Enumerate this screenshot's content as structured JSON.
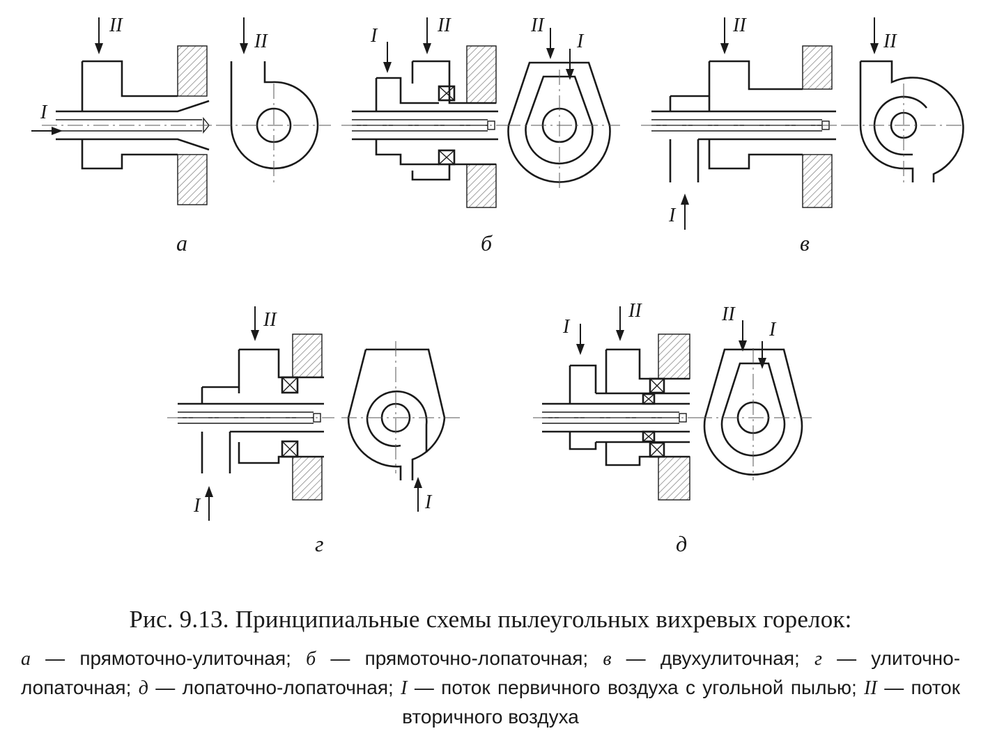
{
  "figure": {
    "caption_title": "Рис. 9.13. Принципиальные схемы пылеугольных вихревых горелок:",
    "legend": [
      {
        "key": "а",
        "text": "прямоточно-улиточная;"
      },
      {
        "key": "б",
        "text": "прямоточно-лопаточная;"
      },
      {
        "key": "в",
        "text": "двухулиточная;"
      },
      {
        "key": "г",
        "text": "улиточно-лопаточная;"
      },
      {
        "key": "д",
        "text": "лопаточно-лопаточная;"
      },
      {
        "key": "I",
        "text": "поток первичного воздуха с угольной пылью;"
      },
      {
        "key": "II",
        "text": "поток вторичного воздуха"
      }
    ],
    "dash": "—"
  },
  "panels": [
    {
      "id": "a",
      "sublabel": "а"
    },
    {
      "id": "b",
      "sublabel": "б"
    },
    {
      "id": "v",
      "sublabel": "в"
    },
    {
      "id": "g",
      "sublabel": "г"
    },
    {
      "id": "d",
      "sublabel": "д"
    }
  ],
  "flow_labels": {
    "primary": "I",
    "secondary": "II"
  }
}
